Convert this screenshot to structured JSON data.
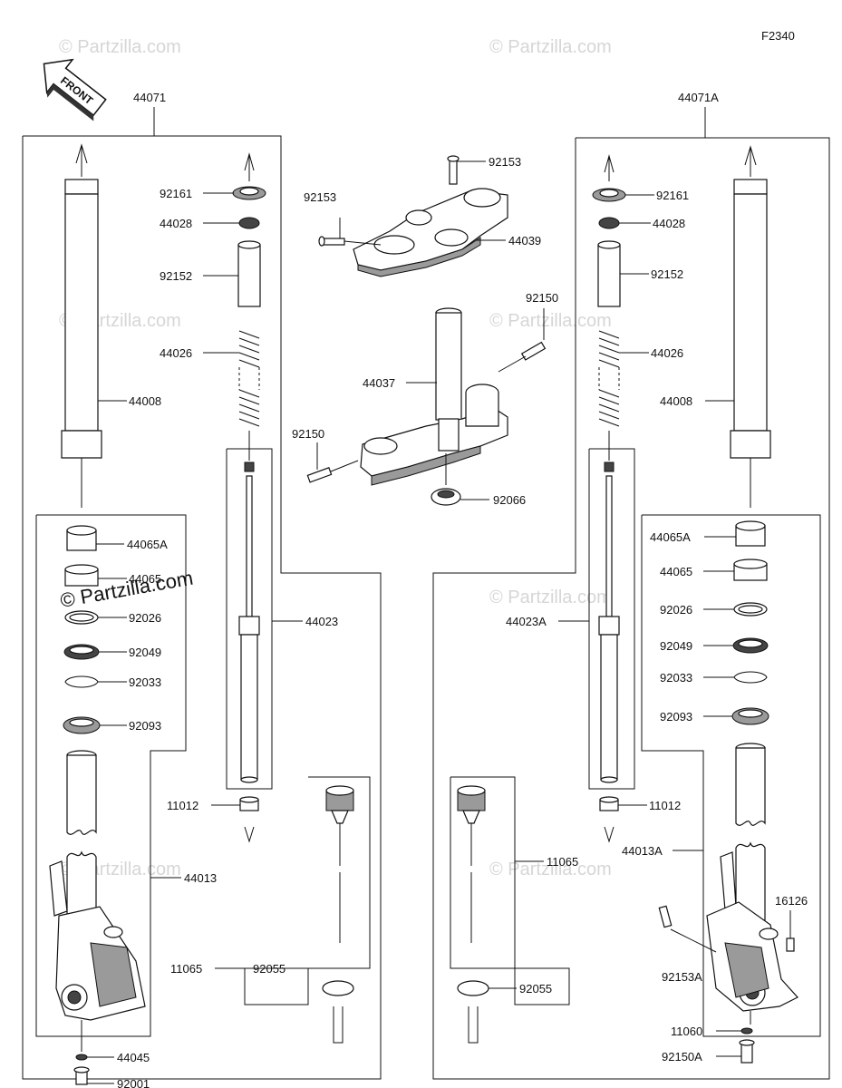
{
  "figure_code": "F2340",
  "front_label": "FRONT",
  "watermark": "© Partzilla.com",
  "labels": {
    "a44071": "44071",
    "a44071A": "44071A",
    "a92161L": "92161",
    "a44028L": "44028",
    "a92152L": "92152",
    "a44026L": "44026",
    "a44008L": "44008",
    "a44065AL": "44065A",
    "a44065L": "44065",
    "a92026L": "92026",
    "a92049L": "92049",
    "a92033L": "92033",
    "a92093L": "92093",
    "a44023L": "44023",
    "a11012L": "11012",
    "a44013L": "44013",
    "a11065L": "11065",
    "a92055L": "92055",
    "a44045L": "44045",
    "a92001L": "92001",
    "a92153T": "92153",
    "a92153M": "92153",
    "a44039": "44039",
    "a92150R": "92150",
    "a44037": "44037",
    "a92150L": "92150",
    "a92066": "92066",
    "a92161R": "92161",
    "a44028R": "44028",
    "a92152R": "92152",
    "a44026R": "44026",
    "a44008R": "44008",
    "a44065AR": "44065A",
    "a44065R": "44065",
    "a92026R": "92026",
    "a92049R": "92049",
    "a92033R": "92033",
    "a92093R": "92093",
    "a44023AR": "44023A",
    "a11012R": "11012",
    "a11065R": "11065",
    "a44013AR": "44013A",
    "a16126R": "16126",
    "a92055R": "92055",
    "a92153AR": "92153A",
    "a11060R": "11060",
    "a92150AR": "92150A"
  }
}
